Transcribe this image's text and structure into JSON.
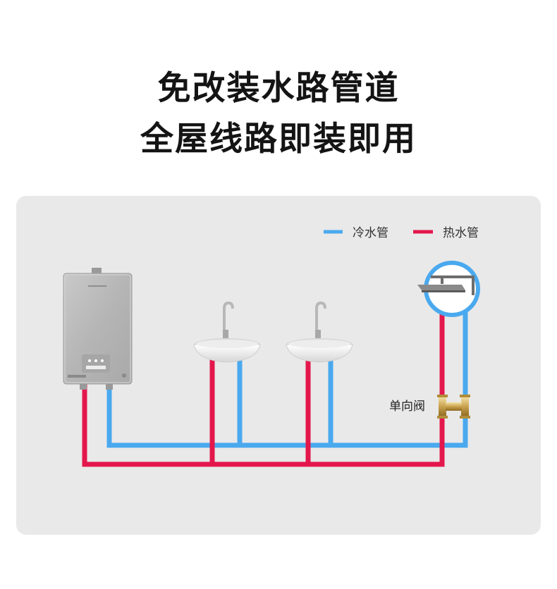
{
  "headline": {
    "line1": "免改装水路管道",
    "line2": "全屋线路即装即用"
  },
  "legend": {
    "items": [
      {
        "label": "冷水管",
        "color": "#4aa9ee"
      },
      {
        "label": "热水管",
        "color": "#e3174c"
      }
    ]
  },
  "labels": {
    "check_valve": "单向阀"
  },
  "colors": {
    "cold": "#4aa9ee",
    "hot": "#e3174c",
    "panel": "#e9e9e9"
  },
  "icons": [
    "water-heater-icon",
    "washbasin-icon",
    "washbasin-icon",
    "shower-head-icon",
    "check-valve-icon"
  ]
}
